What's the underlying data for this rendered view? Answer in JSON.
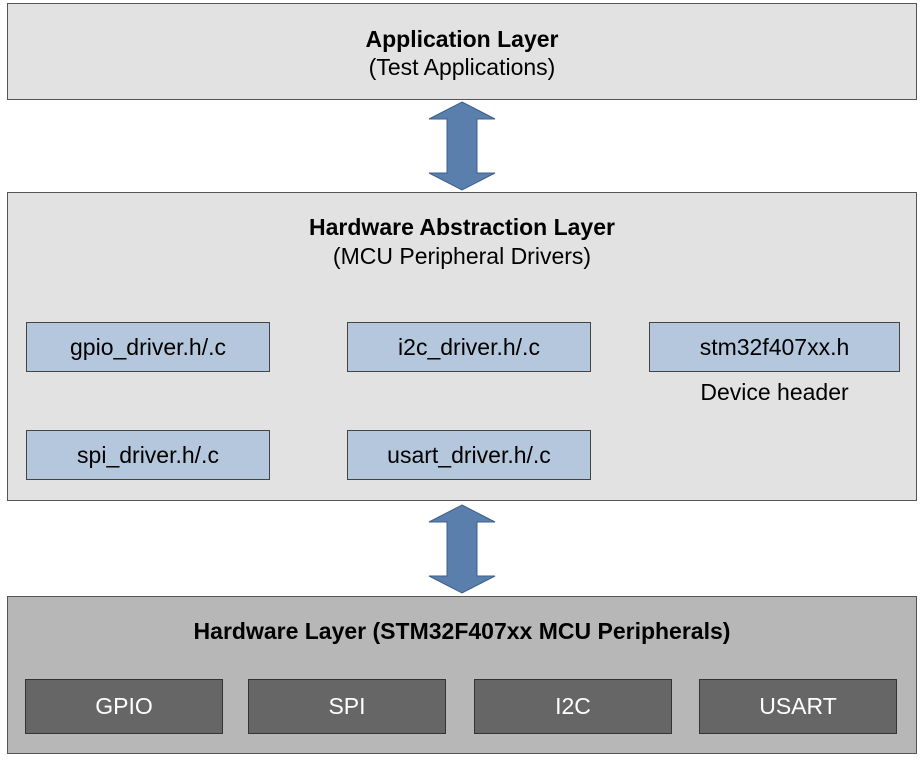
{
  "application_layer": {
    "title": "Application Layer",
    "subtitle": "(Test Applications)"
  },
  "hal_layer": {
    "title": "Hardware Abstraction Layer",
    "subtitle": "(MCU Peripheral Drivers)",
    "modules": [
      "gpio_driver.h/.c",
      "i2c_driver.h/.c",
      "stm32f407xx.h",
      "spi_driver.h/.c",
      "usart_driver.h/.c"
    ],
    "device_header_caption": "Device header"
  },
  "hardware_layer": {
    "title": "Hardware Layer (STM32F407xx MCU Peripherals)",
    "peripherals": [
      "GPIO",
      "SPI",
      "I2C",
      "USART"
    ]
  },
  "colors": {
    "layer_fill": "#e2e2e2",
    "hardware_fill": "#b7b7b7",
    "module_fill": "#b4c7dd",
    "peripheral_fill": "#666666",
    "arrow_fill": "#5b7fad"
  },
  "connectors": [
    {
      "from": "Application Layer",
      "to": "Hardware Abstraction Layer",
      "direction": "bidirectional"
    },
    {
      "from": "Hardware Abstraction Layer",
      "to": "Hardware Layer",
      "direction": "bidirectional"
    }
  ]
}
